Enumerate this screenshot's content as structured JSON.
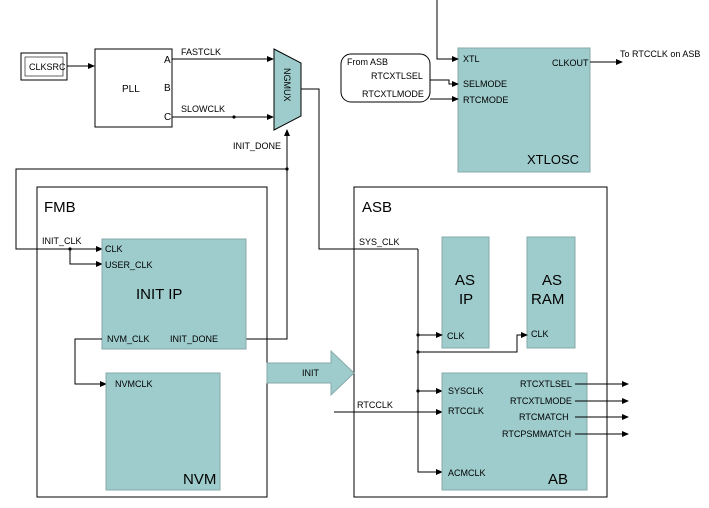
{
  "blocks": {
    "clksrc": "CLKSRC",
    "pll": "PLL",
    "ngmux": "NGMUX",
    "fmb": "FMB",
    "asb": "ASB",
    "init_ip": "INIT IP",
    "nvm": "NVM",
    "as_ip": [
      "AS",
      "IP"
    ],
    "as_ram": [
      "AS",
      "RAM"
    ],
    "ab": "AB",
    "xtlosc": "XTLOSC",
    "from_asb": "From ASB"
  },
  "pins": {
    "pll_a": "A",
    "pll_b": "B",
    "pll_c": "C",
    "init_ip_clk": "CLK",
    "init_ip_user_clk": "USER_CLK",
    "init_ip_nvm_clk": "NVM_CLK",
    "init_ip_init_done": "INIT_DONE",
    "nvm_nvmclk": "NVMCLK",
    "as_ip_clk": "CLK",
    "as_ram_clk": "CLK",
    "ab_sysclk": "SYSCLK",
    "ab_rtcclk": "RTCCLK",
    "ab_acmclk": "ACMCLK",
    "ab_rtcxtlsel": "RTCXTLSEL",
    "ab_rtcxtlmode": "RTCXTLMODE",
    "ab_rtcmatch": "RTCMATCH",
    "ab_rtcpsmmatch": "RTCPSMMATCH",
    "xtl_xtl": "XTL",
    "xtl_selmode": "SELMODE",
    "xtl_rtcmode": "RTCMODE",
    "xtl_clkout": "CLKOUT"
  },
  "signals": {
    "fastclk": "FASTCLK",
    "slowclk": "SLOWCLK",
    "init_done": "INIT_DONE",
    "init_clk": "INIT_CLK",
    "sys_clk": "SYS_CLK",
    "rtcclk": "RTCCLK",
    "init": "INIT",
    "rtcxtlsel": "RTCXTLSEL",
    "rtcxtlmode": "RTCXTLMODE",
    "to_rtcclk": "To RTCCLK on ASB"
  },
  "colors": {
    "teal_fill": "#9ecbcb",
    "line": "#000000"
  }
}
